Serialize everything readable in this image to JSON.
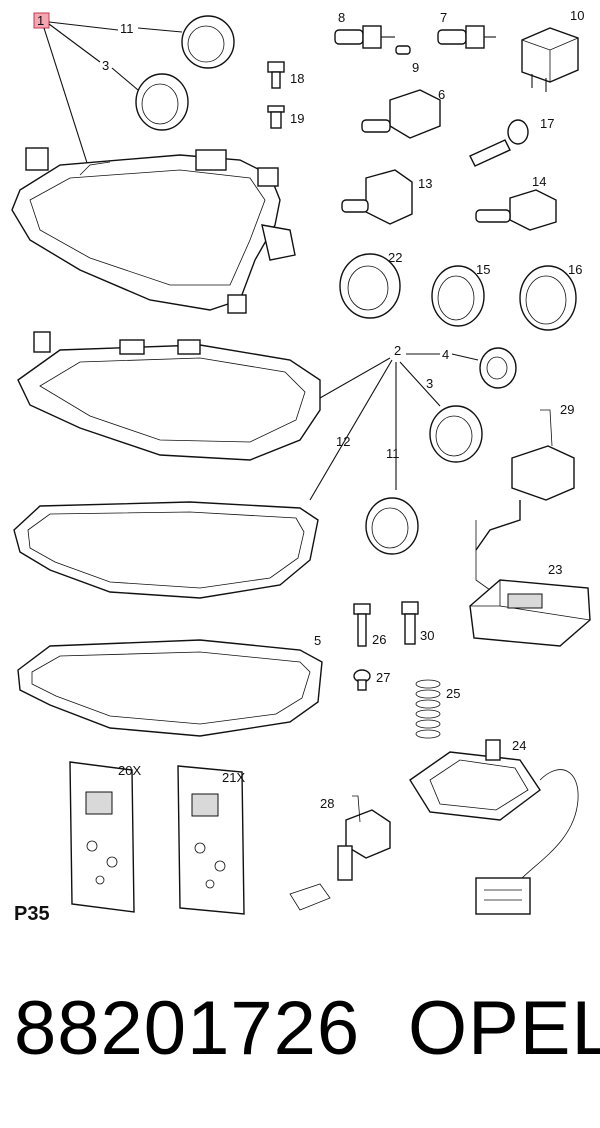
{
  "diagram": {
    "sheet": "P35",
    "callouts": {
      "c1": "1",
      "c11a": "11",
      "c3a": "3",
      "c8": "8",
      "c7": "7",
      "c10": "10",
      "c9": "9",
      "c18": "18",
      "c19": "19",
      "c6": "6",
      "c17": "17",
      "c13": "13",
      "c14": "14",
      "c22": "22",
      "c15": "15",
      "c16": "16",
      "c2": "2",
      "c4": "4",
      "c3b": "3",
      "c29": "29",
      "c12": "12",
      "c11b": "11",
      "c23": "23",
      "c26": "26",
      "c30": "30",
      "c5": "5",
      "c27": "27",
      "c25": "25",
      "c24": "24",
      "c20x": "20X",
      "c21x": "21X",
      "c28": "28"
    },
    "highlight_color": "#f4a7b2"
  },
  "footer": {
    "part_number": "88201726",
    "brand": "OPEL"
  }
}
